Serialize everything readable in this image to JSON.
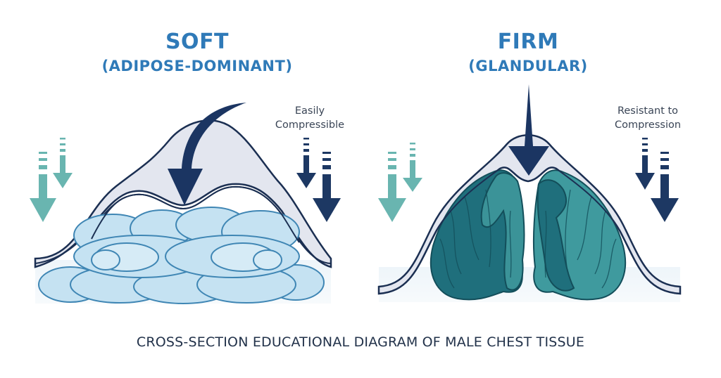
{
  "left_panel": {
    "title": "SOFT",
    "subtitle": "(ADIPOSE-DOMINANT)",
    "note_line1": "Easily",
    "note_line2": "Compressible",
    "tissue": "adipose",
    "center_arrow": "curved-arrow",
    "colors": {
      "title": "#2f7ab8",
      "skin_fill": "#e3e6ef",
      "outline": "#1b2f52",
      "fat_fill": "#c5e2f2",
      "fat_stroke": "#3f86b4",
      "left_arrows": "#69b5b0",
      "right_arrows": "#1d3863"
    }
  },
  "right_panel": {
    "title": "FIRM",
    "subtitle": "(GLANDULAR)",
    "note_line1": "Resistant to",
    "note_line2": "Compression",
    "tissue": "glandular",
    "center_arrow": "straight-arrow",
    "colors": {
      "title": "#2f7ab8",
      "skin_fill": "#e3e6ef",
      "outline": "#1b2f52",
      "gland_dark": "#1f6f7c",
      "gland_light": "#3f9a9e",
      "left_arrows": "#69b5b0",
      "right_arrows": "#1d3863"
    }
  },
  "caption": "CROSS-SECTION EDUCATIONAL DIAGRAM OF MALE CHEST TISSUE"
}
